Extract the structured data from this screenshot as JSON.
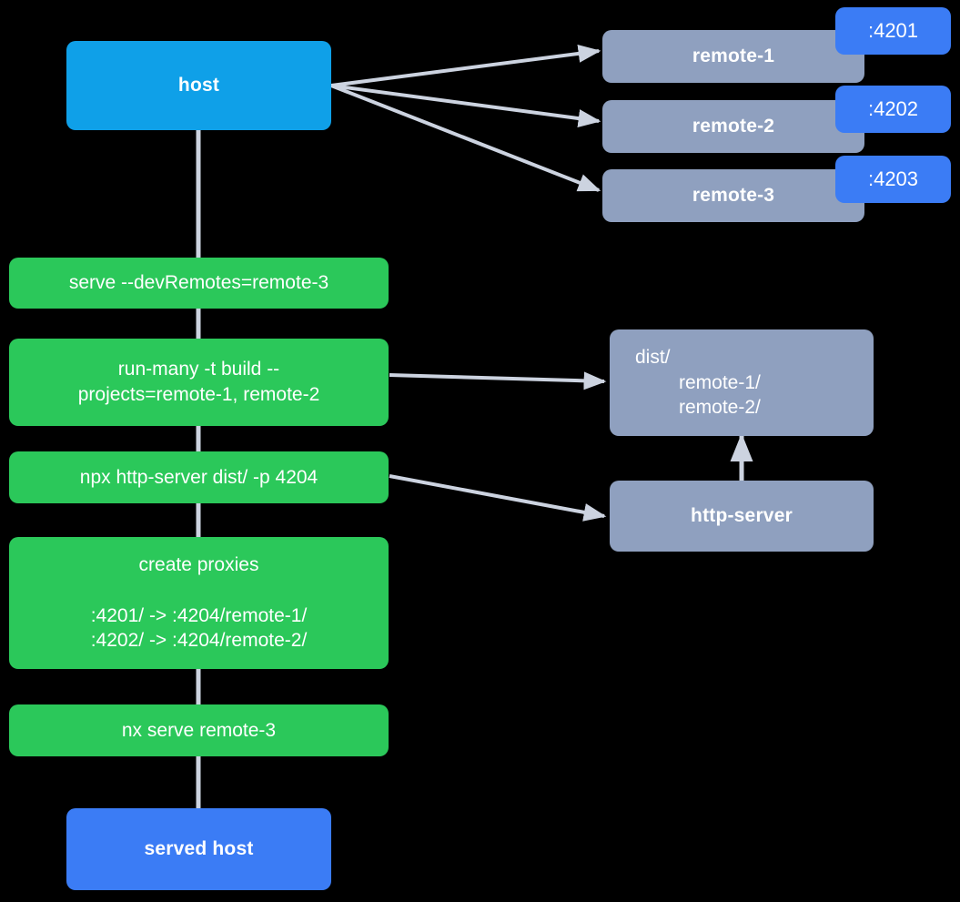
{
  "colors": {
    "background": "#000000",
    "host": "#0fa0e8",
    "served_host": "#3b7cf5",
    "remote": "#8fa0bf",
    "artifact": "#8fa0bf",
    "command": "#2bc85a",
    "badge": "#3b7cf5",
    "edge": "#ccd3e0",
    "text": "#ffffff"
  },
  "nodes": {
    "host": {
      "label": "host"
    },
    "served_host": {
      "label": "served host"
    },
    "remotes": [
      {
        "label": "remote-1",
        "port": ":4201"
      },
      {
        "label": "remote-2",
        "port": ":4202"
      },
      {
        "label": "remote-3",
        "port": ":4203"
      }
    ],
    "dist": {
      "root": "dist/",
      "children": [
        "remote-1/",
        "remote-2/"
      ]
    },
    "http_server": {
      "label": "http-server"
    },
    "commands": [
      {
        "id": "serve-dev-remotes",
        "line1": "serve --devRemotes=remote-3"
      },
      {
        "id": "run-many-build",
        "line1": "run-many -t build --",
        "line2": "projects=remote-1, remote-2"
      },
      {
        "id": "npx-http-server",
        "line1": "npx http-server dist/ -p 4204"
      },
      {
        "id": "create-proxies",
        "title": "create proxies",
        "mappings": [
          ":4201/ -> :4204/remote-1/",
          ":4202/ -> :4204/remote-2/"
        ]
      },
      {
        "id": "nx-serve-remote-3",
        "line1": "nx serve remote-3"
      }
    ]
  },
  "edges": [
    {
      "from": "host",
      "to": "remote-1",
      "type": "arrow"
    },
    {
      "from": "host",
      "to": "remote-2",
      "type": "arrow"
    },
    {
      "from": "host",
      "to": "remote-3",
      "type": "arrow"
    },
    {
      "from": "host",
      "to": "serve-dev-remotes",
      "type": "line"
    },
    {
      "from": "serve-dev-remotes",
      "to": "run-many-build",
      "type": "line"
    },
    {
      "from": "run-many-build",
      "to": "dist",
      "type": "arrow"
    },
    {
      "from": "run-many-build",
      "to": "npx-http-server",
      "type": "line"
    },
    {
      "from": "npx-http-server",
      "to": "http-server",
      "type": "arrow"
    },
    {
      "from": "http-server",
      "to": "dist",
      "type": "arrow"
    },
    {
      "from": "npx-http-server",
      "to": "create-proxies",
      "type": "line"
    },
    {
      "from": "create-proxies",
      "to": "nx-serve-remote-3",
      "type": "line"
    },
    {
      "from": "nx-serve-remote-3",
      "to": "served-host",
      "type": "line"
    }
  ]
}
